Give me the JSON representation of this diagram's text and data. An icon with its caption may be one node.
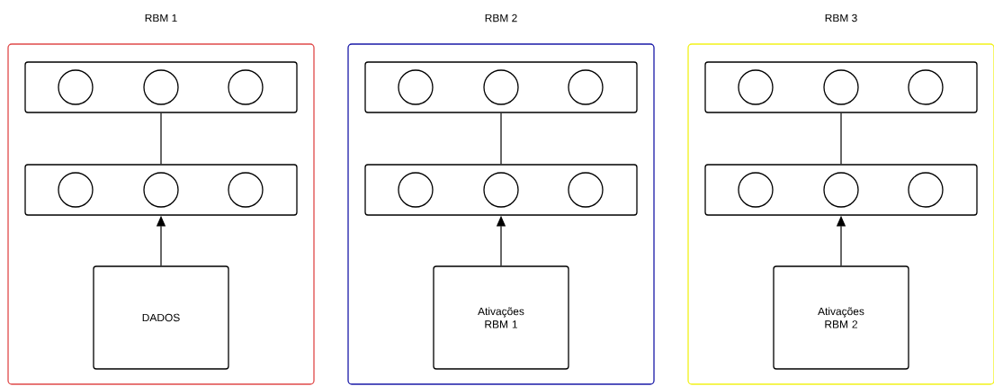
{
  "diagram": {
    "nodes": [
      {
        "text": [
          "RBM 1"
        ]
      },
      {
        "text": [],
        "shape": "box",
        "in": 0
      },
      {
        "text": [],
        "shape": "circle",
        "in": 1
      },
      {
        "text": [],
        "shape": "circle",
        "in": 1
      },
      {
        "text": [],
        "shape": "circle",
        "in": 1
      },
      {
        "text": [],
        "shape": "box",
        "in": 0
      },
      {
        "text": [],
        "shape": "circle",
        "in": 5
      },
      {
        "text": [],
        "shape": "circle",
        "in": 5
      },
      {
        "text": [],
        "shape": "circle",
        "in": 5
      },
      {
        "text": [
          "DADOS"
        ],
        "in": 0
      },
      {
        "text": [
          "RBM 2"
        ]
      },
      {
        "text": [],
        "shape": "box",
        "in": 10
      },
      {
        "text": [],
        "shape": "circle",
        "in": 11
      },
      {
        "text": [],
        "shape": "circle",
        "in": 11
      },
      {
        "text": [],
        "shape": "circle",
        "in": 11
      },
      {
        "text": [],
        "shape": "box",
        "in": 10
      },
      {
        "text": [],
        "shape": "circle",
        "in": 15
      },
      {
        "text": [],
        "shape": "circle",
        "in": 15
      },
      {
        "text": [],
        "shape": "circle",
        "in": 15
      },
      {
        "text": [
          "Ativações RBM 1"
        ],
        "in": 10
      },
      {
        "text": [
          "RBM 3"
        ]
      },
      {
        "text": [],
        "shape": "box",
        "in": 20
      },
      {
        "text": [],
        "shape": "circle",
        "in": 21
      },
      {
        "text": [],
        "shape": "circle",
        "in": 21
      },
      {
        "text": [],
        "shape": "circle",
        "in": 21
      },
      {
        "text": [],
        "shape": "box",
        "in": 20
      },
      {
        "text": [],
        "shape": "circle",
        "in": 25
      },
      {
        "text": [],
        "shape": "circle",
        "in": 25
      },
      {
        "text": [],
        "shape": "circle",
        "in": 25
      },
      {
        "text": [
          "Ativações RBM 2"
        ],
        "in": 20
      }
    ],
    "edges": [
      {
        "from": 1,
        "to": 5,
        "arrow": "none"
      },
      {
        "from": 9,
        "to": 5,
        "arrow": "to"
      },
      {
        "from": 11,
        "to": 15,
        "arrow": "none"
      },
      {
        "from": 19,
        "to": 15,
        "arrow": "to"
      },
      {
        "from": 21,
        "to": 25,
        "arrow": "none"
      },
      {
        "from": 29,
        "to": 25,
        "arrow": "to"
      }
    ]
  }
}
